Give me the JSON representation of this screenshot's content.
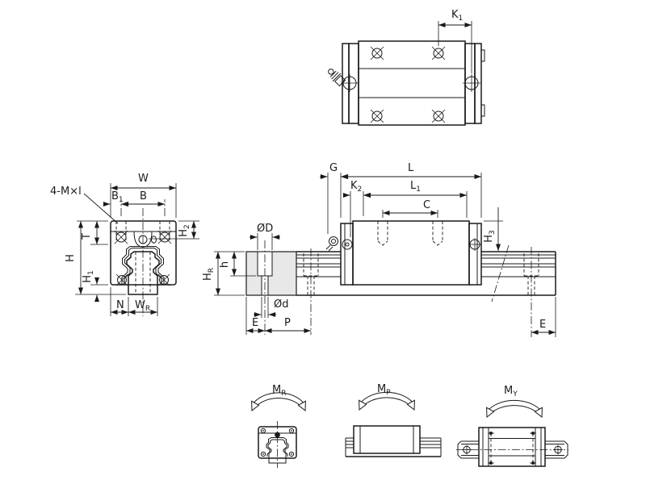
{
  "colors": {
    "line": "#1a1a1a",
    "section_fill": "#e8e8e8",
    "background": "#ffffff"
  },
  "views": {
    "top_view": {
      "dims": {
        "K1_main": "K",
        "K1_sub": "1"
      }
    },
    "front_view": {
      "dims": {
        "thread_note": "4-M×l",
        "W": "W",
        "B1_main": "B",
        "B1_sub": "1",
        "B": "B",
        "T": "T",
        "H": "H",
        "H1_main": "H",
        "H1_sub": "1",
        "H2_main": "H",
        "H2_sub": "2",
        "N": "N",
        "WR_main": "W",
        "WR_sub": "R"
      }
    },
    "side_view": {
      "dims": {
        "G": "G",
        "L": "L",
        "K2_main": "K",
        "K2_sub": "2",
        "L1_main": "L",
        "L1_sub": "1",
        "C": "C",
        "H3_main": "H",
        "H3_sub": "3",
        "D_bore": "ØD",
        "h_depth": "h",
        "HR_main": "H",
        "HR_sub": "R",
        "d_hole": "Ød",
        "E_left": "E",
        "P": "P",
        "E_right": "E"
      }
    },
    "moments": {
      "MR_main": "M",
      "MR_sub": "R",
      "MP_main": "M",
      "MP_sub": "P",
      "MY_main": "M",
      "MY_sub": "Y"
    }
  }
}
